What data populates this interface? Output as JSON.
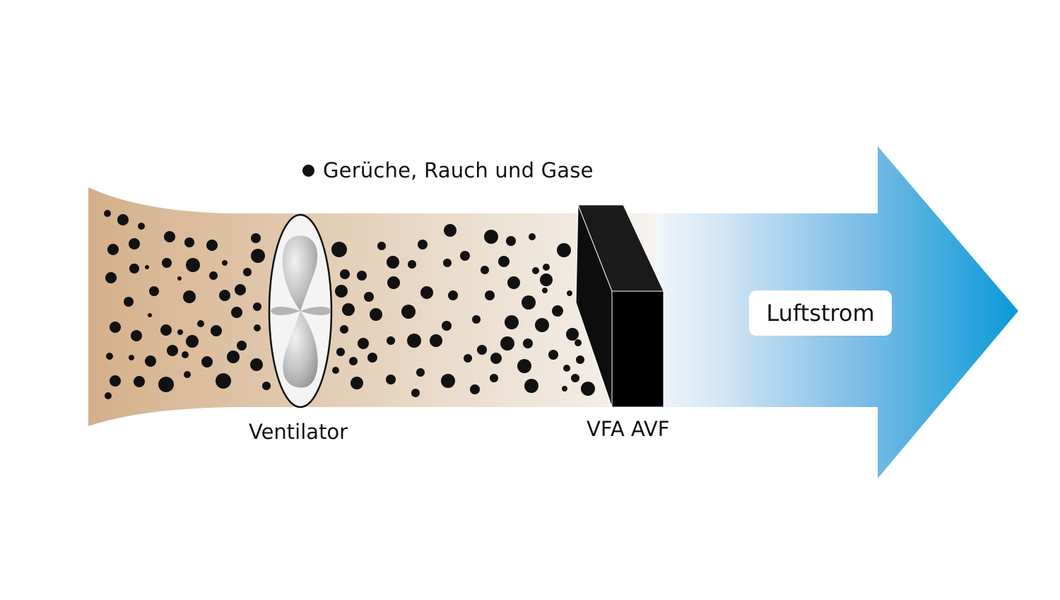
{
  "legend": {
    "text": "Gerüche, Rauch und Gase",
    "icon": "particle-dot"
  },
  "fan": {
    "label": "Ventilator"
  },
  "filter": {
    "label": "VFA AVF"
  },
  "airflow": {
    "label": "Luftstrom"
  },
  "colors": {
    "dirty_air": "#d4b08a",
    "clean_air": "#f6f4f0",
    "arrow_end": "#0a9ad8",
    "particle": "#111111",
    "filter_block": "#111111"
  }
}
